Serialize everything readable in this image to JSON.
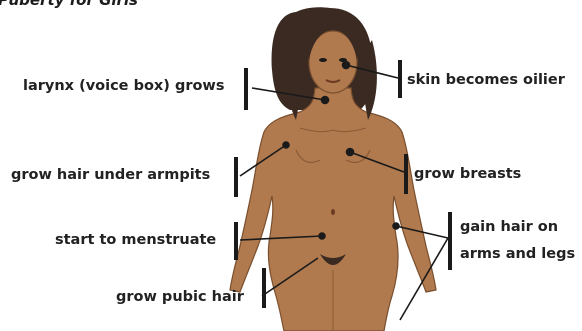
{
  "title": "Puberty for Girls",
  "labels": {
    "larynx": "larynx (voice box) grows",
    "skin": "skin becomes oilier",
    "armpit_hair": "grow hair under armpits",
    "breasts": "grow breasts",
    "menstruate": "start to menstruate",
    "arm_hair_line1": "gain hair on",
    "arm_hair_line2": "arms and legs",
    "pubic_hair": "grow pubic hair"
  },
  "colors": {
    "skin": "#b07a4e",
    "skin_shadow": "#8a5a35",
    "hair": "#3a2a22",
    "ink": "#1a1a1a"
  }
}
